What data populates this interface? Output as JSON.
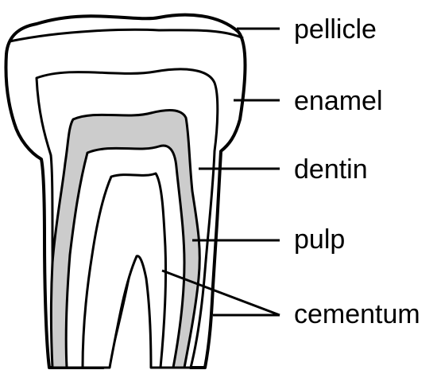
{
  "labels": {
    "pellicle": "pellicle",
    "enamel": "enamel",
    "dentin": "dentin",
    "pulp": "pulp",
    "cementum": "cementum"
  },
  "colors": {
    "outline": "#000000",
    "pulp_fill": "#cccccc",
    "background": "#ffffff"
  }
}
